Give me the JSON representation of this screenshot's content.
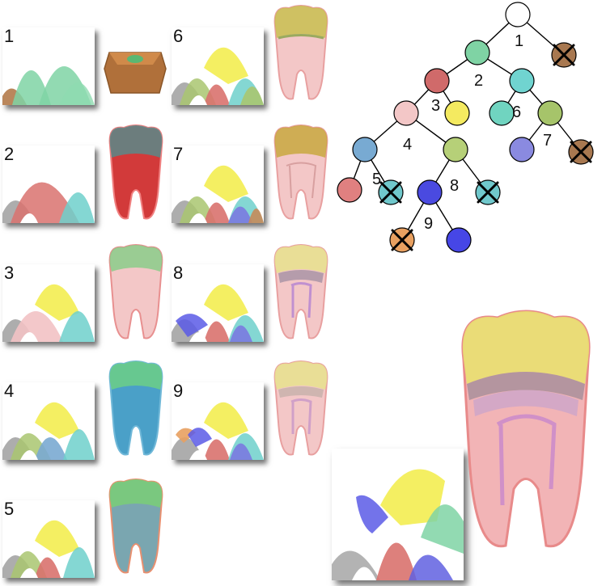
{
  "panels": [
    {
      "label": "1",
      "regions": [
        "green",
        "brown"
      ]
    },
    {
      "label": "2",
      "regions": [
        "red",
        "cyan"
      ]
    },
    {
      "label": "3",
      "regions": [
        "yellow",
        "cyan",
        "pink"
      ]
    },
    {
      "label": "4",
      "regions": [
        "yellow",
        "cyan",
        "blue",
        "olive"
      ]
    },
    {
      "label": "5",
      "regions": [
        "yellow",
        "cyan",
        "olive",
        "red"
      ]
    },
    {
      "label": "6",
      "regions": [
        "yellow",
        "red",
        "cyan",
        "olive"
      ]
    },
    {
      "label": "7",
      "regions": [
        "yellow",
        "red",
        "cyan",
        "olive",
        "blue"
      ]
    },
    {
      "label": "8",
      "regions": [
        "yellow",
        "red",
        "cyan",
        "blue"
      ]
    },
    {
      "label": "9",
      "regions": [
        "yellow",
        "red",
        "cyan",
        "blue",
        "orange"
      ]
    }
  ],
  "tree": {
    "nodes": [
      {
        "id": "root",
        "color": "#ffffff"
      },
      {
        "id": "n1",
        "color": "#7fd3a4"
      },
      {
        "id": "x1",
        "color": "#a87850",
        "crossed": true
      },
      {
        "id": "n2",
        "color": "#d06a6a"
      },
      {
        "id": "n2b",
        "color": "#70d4d0"
      },
      {
        "id": "n3",
        "color": "#f3c7c7"
      },
      {
        "id": "n3y",
        "color": "#f4ea60"
      },
      {
        "id": "n6",
        "color": "#70d4c0"
      },
      {
        "id": "n6b",
        "color": "#a6c46a"
      },
      {
        "id": "n4",
        "color": "#78aad2"
      },
      {
        "id": "n4b",
        "color": "#b6d078"
      },
      {
        "id": "n7a",
        "color": "#8a8ae0"
      },
      {
        "id": "x7",
        "color": "#a87850",
        "crossed": true
      },
      {
        "id": "n5a",
        "color": "#e08080"
      },
      {
        "id": "x5",
        "color": "#70c8cc",
        "crossed": true
      },
      {
        "id": "n8",
        "color": "#4a4ae0"
      },
      {
        "id": "x8",
        "color": "#70c8cc",
        "crossed": true
      },
      {
        "id": "x9",
        "color": "#e8a060",
        "crossed": true
      },
      {
        "id": "n9",
        "color": "#4646e6"
      }
    ],
    "labels": [
      "1",
      "2",
      "3",
      "4",
      "5",
      "6",
      "7",
      "8",
      "9"
    ]
  },
  "colors": {
    "green": "#7fd3a4",
    "brown": "#b27a4a",
    "red": "#d9726e",
    "cyan": "#6fd0cb",
    "pink": "#f2c2c4",
    "yellow": "#f3ee5a",
    "olive": "#a9c670",
    "blue": "#5a5ae6",
    "orange": "#e8a060",
    "gray": "#9a9a9a"
  }
}
